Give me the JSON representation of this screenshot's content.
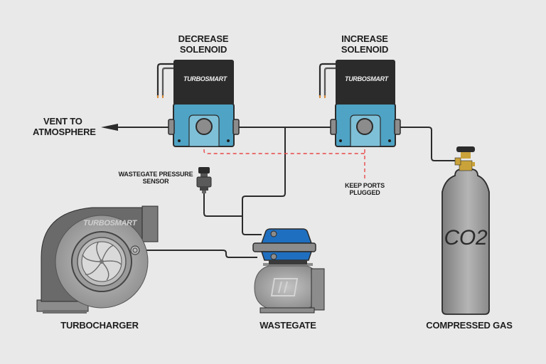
{
  "diagram": {
    "title": "Turbosmart Electronic Boost Control Solenoid Layout",
    "labels": {
      "decrease_solenoid_line1": "DECREASE",
      "decrease_solenoid_line2": "SOLENOID",
      "increase_solenoid_line1": "INCREASE",
      "increase_solenoid_line2": "SOLENOID",
      "vent_line1": "VENT TO",
      "vent_line2": "ATMOSPHERE",
      "sensor_line1": "WASTEGATE PRESSURE",
      "sensor_line2": "SENSOR",
      "keep_ports_line1": "KEEP PORTS",
      "keep_ports_line2": "PLUGGED",
      "turbocharger": "TURBOCHARGER",
      "wastegate": "WASTEGATE",
      "compressed_gas": "COMPRESSED GAS",
      "co2": "CO2"
    },
    "brand": "TURBOSMART",
    "colors": {
      "background": "#e9e9e9",
      "solenoid_body": "#2b2b2b",
      "solenoid_base": "#4fa3c4",
      "solenoid_face": "#7ec0d8",
      "wastegate_cap": "#1f6fc0",
      "metal": "#8c8c8c",
      "brass": "#c9a23a",
      "dashed_line": "#e84848",
      "line": "#2b2b2b"
    }
  }
}
